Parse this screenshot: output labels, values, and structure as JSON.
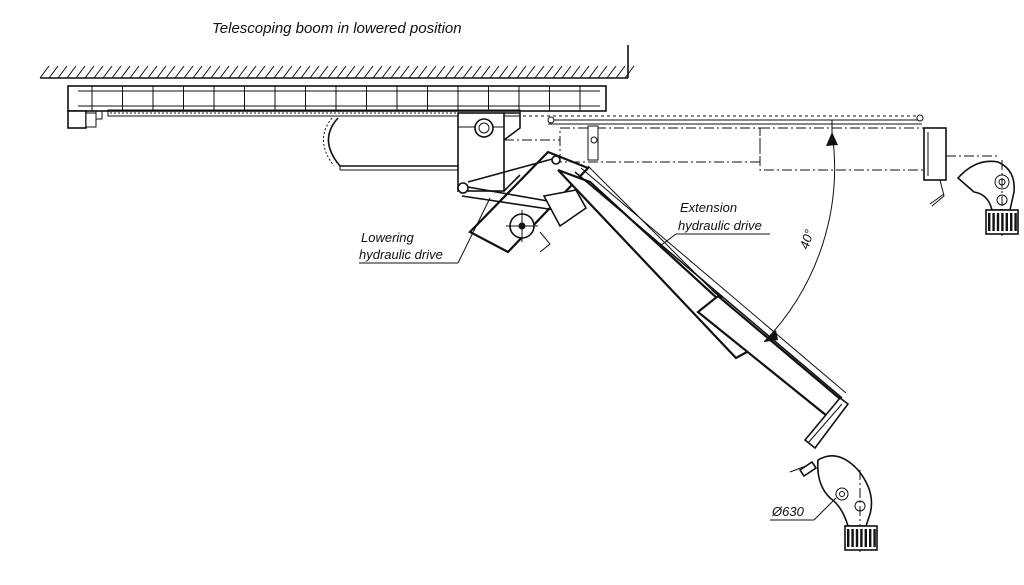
{
  "title": "Telescoping boom in lowered position",
  "labels": {
    "lowering_line1": "Lowering",
    "lowering_line2": "hydraulic drive",
    "extension_line1": "Extension",
    "extension_line2": "hydraulic drive",
    "angle": "40°",
    "diameter": "Ø630"
  },
  "icons": [
    "ceiling-hatch",
    "girder-rail",
    "hinge-pivot",
    "telescoping-boom",
    "hydraulic-cylinder",
    "nozzle-head",
    "angle-arc"
  ]
}
